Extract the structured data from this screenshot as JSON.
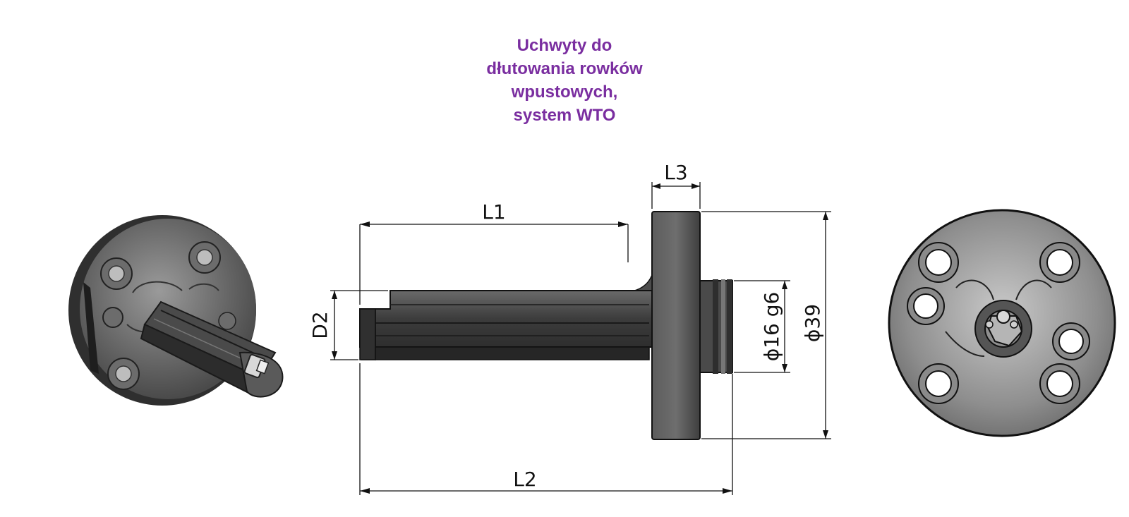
{
  "title": {
    "lines": [
      "Uchwyty do",
      "dłutowania rowków",
      "wpustowych,",
      "system WTO"
    ],
    "color": "#7a2ea0"
  },
  "dimensions": {
    "l1": "L1",
    "l2": "L2",
    "l3": "L3",
    "d2": "D2",
    "shank_diameter": "ϕ16 g6",
    "flange_diameter": "ϕ39"
  },
  "views": [
    "isometric-view",
    "side-view",
    "front-view"
  ],
  "colors": {
    "part_dark": "#3a3a3a",
    "part_mid": "#5a5a5a",
    "part_light": "#8a8a8a",
    "line": "#111111"
  }
}
